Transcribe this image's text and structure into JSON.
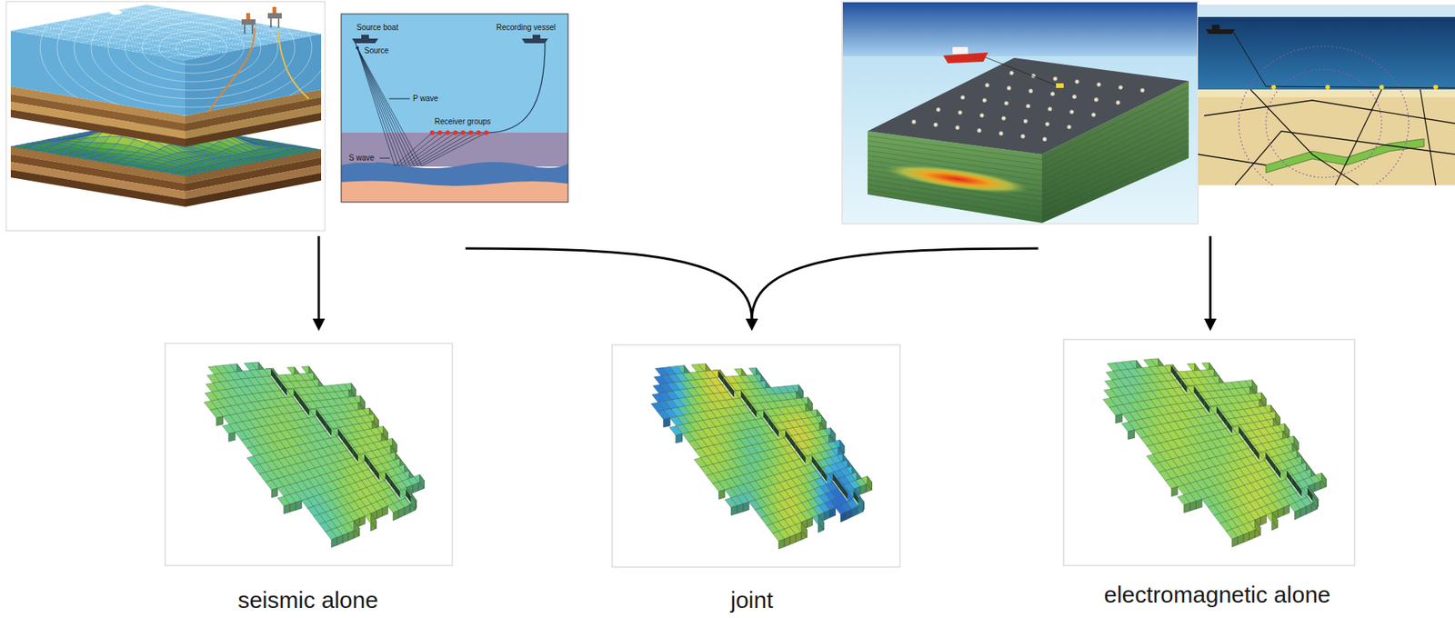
{
  "diagram": {
    "nodes": [
      {
        "text": [
          "seismic alone"
        ]
      },
      {
        "text": [
          "joint"
        ]
      },
      {
        "text": [
          "electromagnetic alone"
        ]
      }
    ],
    "labels": [
      "Source boat",
      "Recording vessel",
      "Source",
      "P wave",
      "Receiver groups",
      "S wave"
    ]
  }
}
